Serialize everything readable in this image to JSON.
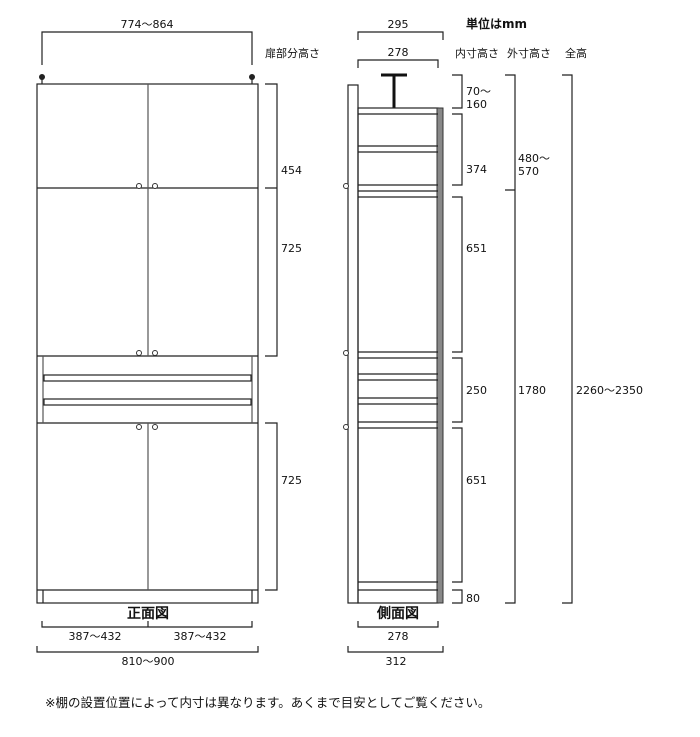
{
  "unit": "単位はmm",
  "front": {
    "title": "正面図",
    "width_top": "774～864",
    "door_header": "扉部分高さ",
    "door_heights": [
      "454",
      "725",
      "725"
    ],
    "door_widths": [
      "387～432",
      "387～432"
    ],
    "total_width": "810～900"
  },
  "side": {
    "title": "側面図",
    "depth_outer_top": "295",
    "depth_inner_top": "278",
    "depth_inner_bottom": "278",
    "depth_total": "312",
    "headers": {
      "inner": "内寸高さ",
      "outer": "外寸高さ",
      "total": "全高"
    },
    "inner_heights": [
      "70～",
      "160",
      "374",
      "651",
      "250",
      "651",
      "80"
    ],
    "outer_heights": [
      "480～",
      "570",
      "1780"
    ],
    "total_height": "2260～2350"
  },
  "note": "※棚の設置位置によって内寸は異なります。あくまで目安としてご覧ください。"
}
